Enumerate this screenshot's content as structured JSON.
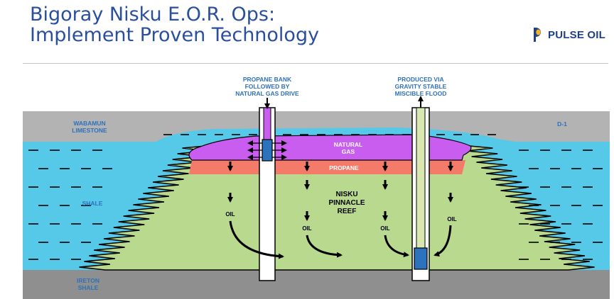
{
  "header": {
    "title_line1": "Bigoray Nisku E.O.R. Ops:",
    "title_line2": "Implement Proven Technology",
    "logo_text": "PULSE OIL"
  },
  "diagram": {
    "callouts": {
      "injection": [
        "PROPANE BANK",
        "FOLLOWED BY",
        "NATURAL GAS DRIVE"
      ],
      "production": [
        "PRODUCED  VIA",
        "GRAVITY STABLE",
        "MISCIBLE FLOOD"
      ]
    },
    "layers": {
      "wabamun": [
        "WABAMUN",
        "LIMESTONE"
      ],
      "d1": "D-1",
      "shale": "SHALE",
      "ireton": [
        "IRETON",
        "SHALE"
      ],
      "natural_gas": [
        "NATURAL",
        "GAS"
      ],
      "propane": "PROPANE",
      "reef": [
        "NISKU",
        "PINNACLE",
        "REEF"
      ]
    },
    "oil_label": "OIL",
    "colors": {
      "limestone": "#b3b3b3",
      "shale": "#56c8e8",
      "ireton": "#8f8f8f",
      "reef": "#b8d98e",
      "gas": "#c95df0",
      "propane": "#f47a6a",
      "label_blue": "#2c72bd",
      "arrow": "#000000"
    },
    "icons": {
      "logo": "pulse-oil-logo",
      "down_arrow": "down-arrow-icon",
      "up_arrow": "up-arrow-icon",
      "curved_arrow": "curved-arrow-icon"
    }
  }
}
